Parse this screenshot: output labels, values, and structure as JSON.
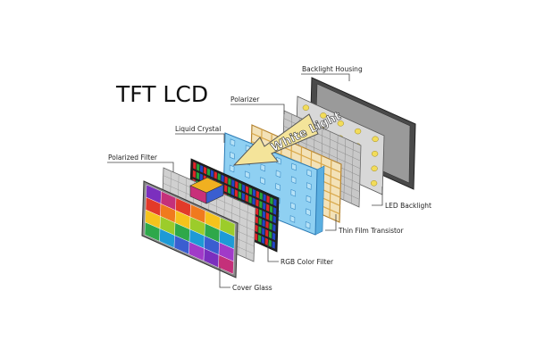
{
  "title": "TFT LCD",
  "arrow_text": "White Light",
  "labels": {
    "backlight_housing": "Backlight Housing",
    "polarizer": "Polarizer",
    "liquid_crystal": "Liquid Crystal",
    "polarized_filter": "Polarized Filter",
    "led_backlight": "LED Backlight",
    "thin_film_transistor": "Thin Film Transistor",
    "rgb_color_filter": "RGB Color Filter",
    "cover_glass": "Cover Glass"
  },
  "colors": {
    "housing_frame": "#4a4a4a",
    "led_panel": "#d8d8d8",
    "led_dot": "#f2dc5a",
    "tft_gold": "#d9a84a",
    "crystal_blue": "#8fd0f2",
    "polarizer_gray": "#c8c8c8",
    "arrow_fill": "#f4e49a",
    "filter_red": "#e0242a",
    "filter_green": "#26a63a",
    "filter_blue": "#2346c8"
  },
  "cover_glass_palette": [
    "#7b2fbe",
    "#c4307a",
    "#e23a2a",
    "#f07a1e",
    "#f6c31c",
    "#9ccc2a",
    "#2ea84a",
    "#1e9ad6",
    "#3a5ed0",
    "#a13ac8"
  ]
}
